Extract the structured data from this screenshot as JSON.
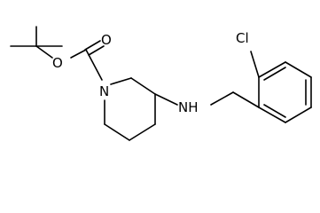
{
  "atoms": {
    "carbonyl_oxygen": "O",
    "ester_oxygen": "O",
    "ring_nitrogen": "N",
    "amine": "NH",
    "chlorine": "Cl"
  },
  "colors": {
    "bond": "#000000",
    "text": "#000000",
    "background": "#ffffff"
  }
}
